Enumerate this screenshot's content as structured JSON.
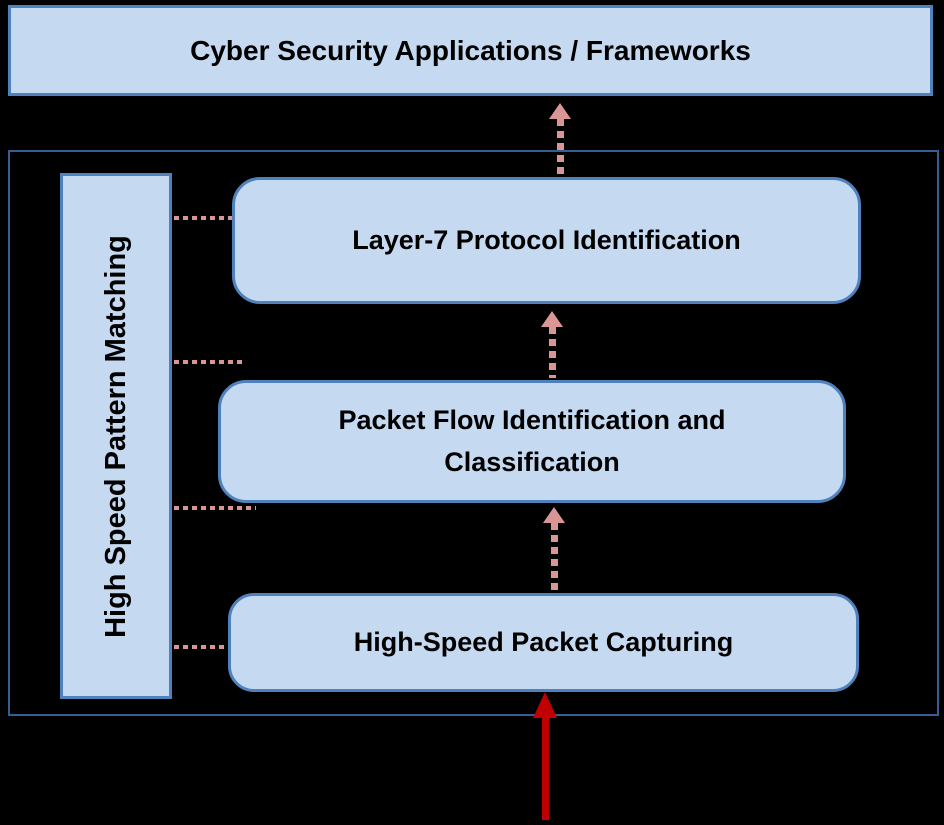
{
  "colors": {
    "background": "#000000",
    "box_fill": "#c5d9f1",
    "box_border": "#4f81bd",
    "container_border": "#365f91",
    "dotted_connector": "#d99694",
    "input_arrow": "#c00000",
    "text": "#000000"
  },
  "top_banner": {
    "label": "Cyber Security Applications / Frameworks"
  },
  "sidebar": {
    "label": "High Speed Pattern Matching"
  },
  "layers": [
    {
      "label": "Layer-7 Protocol Identification"
    },
    {
      "label": "Packet Flow Identification and Classification"
    },
    {
      "label": "High-Speed Packet Capturing"
    }
  ]
}
